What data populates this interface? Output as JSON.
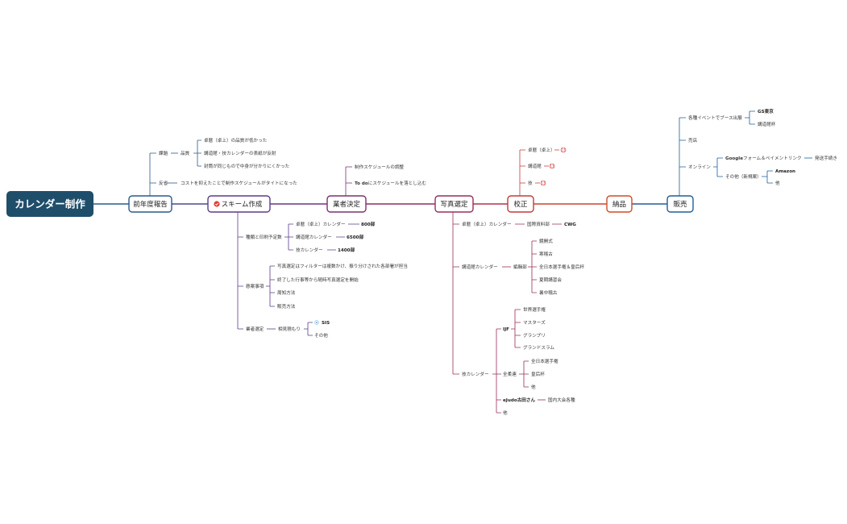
{
  "root": {
    "label": "カレンダー制作",
    "color": "#1f4e6b"
  },
  "main_nodes": [
    {
      "id": "n1",
      "label": "前年度報告",
      "color": "#2a5a8a"
    },
    {
      "id": "n2",
      "label": "スキーム作成",
      "color": "#5b3c8a",
      "icon": "checkmark-badge-icon"
    },
    {
      "id": "n3",
      "label": "業者決定",
      "color": "#7a3070"
    },
    {
      "id": "n4",
      "label": "写真選定",
      "color": "#9a2d5a"
    },
    {
      "id": "n5",
      "label": "校正",
      "color": "#c53a3a"
    },
    {
      "id": "n6",
      "label": "納品",
      "color": "#d04a28"
    },
    {
      "id": "n7",
      "label": "販売",
      "color": "#1e5f99"
    }
  ],
  "branches": {
    "report": {
      "kadai": "課題",
      "hinshitsu": "品質",
      "issues": [
        "卓暦（卓上）の品質が低かった",
        "講道館・技カレンダーの表紙が反射",
        "封筒が同じもので中身が分かりにくかった"
      ],
      "hansei": "反省",
      "hansei_note": "コストを抑えたことで制作スケジュールがタイトになった"
    },
    "scheme": {
      "types_label": "種類と印刷予定数",
      "types": [
        {
          "name": "卓暦（卓上）カレンダー",
          "count": "800部"
        },
        {
          "name": "講道館カレンダー",
          "count": "6500部"
        },
        {
          "name": "技カレンダー",
          "count": "1400部"
        }
      ],
      "proposal_label": "懸案事項",
      "proposals": [
        "写真選定はフィルターは複数かけ、振り分けされた各部署が担当",
        "終了した行事等から随時写真選定を開始",
        "周知方法",
        "販売方法"
      ],
      "vendor_label": "業者選定",
      "quote_label": "相見積もり",
      "quotes": [
        "SIS",
        "その他"
      ]
    },
    "vendor": {
      "items": [
        "制作スケジュールの調整",
        "To doにスケジュールを落とし込む"
      ],
      "todo_bold": "To do",
      "todo_rest": "にスケジュールを落とし込む"
    },
    "photo": {
      "desk_label": "卓暦（卓上）カレンダー",
      "desk_dept": "国際資料部",
      "desk_vendor": "CWG",
      "kodokan_label": "講道館カレンダー",
      "kodokan_dept": "編輯部",
      "kodokan_items": [
        "鏡開式",
        "寒稽古",
        "全日本選手権＆皇后杯",
        "夏期講習会",
        "暑中稽古"
      ],
      "tech_label": "技カレンダー",
      "ijf_label": "IJF",
      "ijf_items": [
        "世界選手権",
        "マスターズ",
        "グランプリ",
        "グランドスラム"
      ],
      "zenjuren_label": "全柔連",
      "zenjuren_items": [
        "全日本選手権",
        "皇后杯",
        "他"
      ],
      "ejudo_label": "eJudo古田さん",
      "ejudo_item": "国内大会各種",
      "other": "他"
    },
    "proof": {
      "items": [
        "卓暦（卓上）",
        "講道館",
        "技"
      ],
      "badge": "13"
    },
    "sales": {
      "events_label": "各種イベントでブース出展",
      "events": [
        "GS東京",
        "講道館杯"
      ],
      "store": "売店",
      "online_label": "オンライン",
      "google_label": "Googleフォーム＆ペイメントリンク",
      "google_bold": "Google",
      "google_rest": "フォーム＆ペイメントリンク",
      "google_item": "発送手続き",
      "other_label": "その他（新規案）",
      "other_items": [
        "Amazon",
        "他"
      ]
    }
  }
}
